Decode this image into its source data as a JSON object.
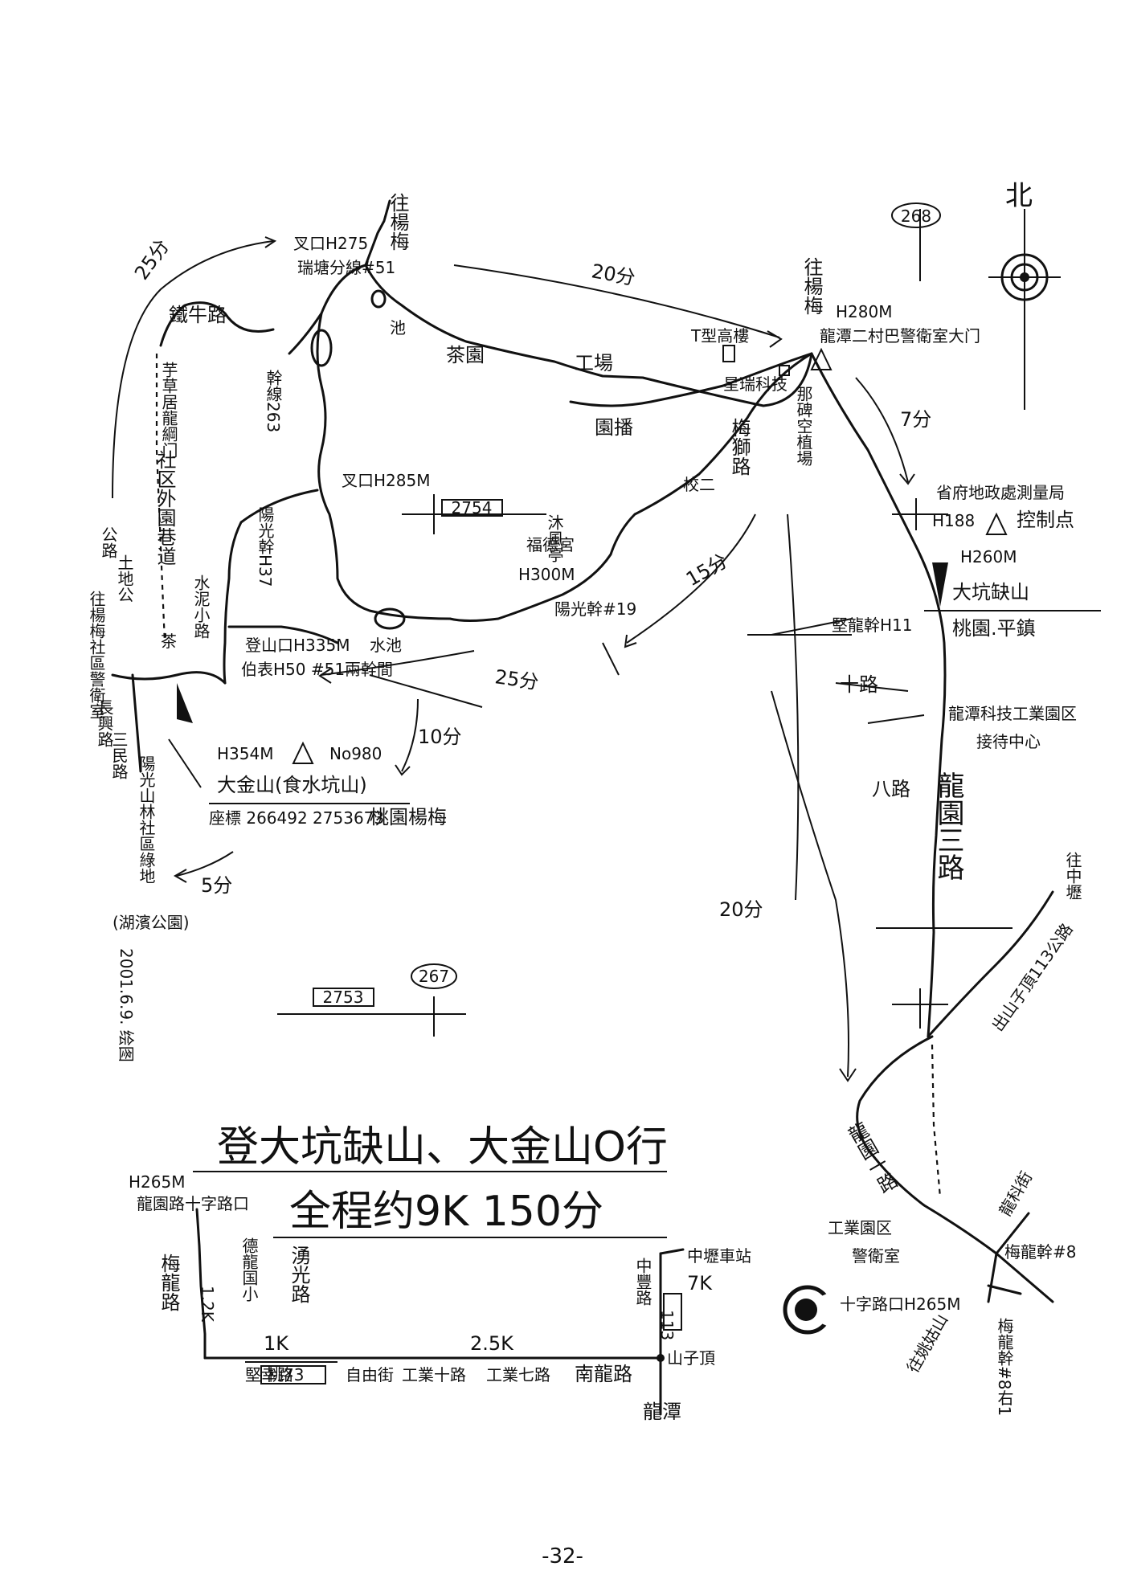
{
  "title": "登大坑缺山、大金山O行",
  "subtitle": "全程约9K 150分",
  "page_number": "-32-",
  "date_signature": "2001.6.9. 绘图",
  "north_label": "北",
  "grid_numbers": {
    "g268": "268",
    "g2754": "2754",
    "g2753": "2753",
    "g267": "267"
  },
  "times": {
    "t25a": "25分",
    "t20": "20分",
    "t7": "7分",
    "t15": "15分",
    "t25b": "25分",
    "t10": "10分",
    "t5": "5分",
    "t20b": "20分"
  },
  "labels": {
    "to_yangmei_1": "往楊梅",
    "to_yangmei_2": "往楊梅",
    "junction_275": "叉口H275",
    "pillar_51": "瑞塘分線#51",
    "tieniu_road": "鐵牛路",
    "shidi": "公路",
    "pond_top": "池",
    "pond_left": "水池",
    "cha_yuan": "茶園",
    "gongchang": "工場",
    "yuan_bo": "園播",
    "tower": "T型高樓",
    "school": "星瑞科技",
    "h280": "H280M",
    "police_door": "龍潭二村巴警衛室大门",
    "plant": "那碑空植場",
    "mei_shi_road": "梅獅路",
    "school_2": "校二",
    "muyu_temple": "沐風亭",
    "fude_temple": "福德宮",
    "h300": "H300M",
    "pillar_19": "陽光幹#19",
    "junction_285": "叉口H285M",
    "pillar_37": "陽光幹H37",
    "pillar_263": "幹線263",
    "survey_office": "省府地政處測量局",
    "h188": "H188",
    "control_point": "控制点",
    "h260": "H260M",
    "dakeng": "大坑缺山",
    "taoyuan_ping": "桃園.平鎮",
    "pillar_11": "堅龍幹H11",
    "ten_road": "十路",
    "tech_park": "龍潭科技工業園区",
    "reception": "接待中心",
    "ba_road": "八路",
    "longyuan_3": "龍園三路",
    "to_zhongli": "往中壢",
    "highway": "出山子頂113公路",
    "longyuan_1": "龍園一路",
    "industrial": "工業園区",
    "guard_room": "警衛室",
    "longke_st": "龍科街",
    "pillar_8": "梅龍幹#8",
    "junction_265": "十字路口H265M",
    "to_shimen": "往姚姑山",
    "pillar_8r1": "梅龍幹#8右1",
    "community_guard": "往楊梅社區警衛室",
    "changxing_road": "長興路",
    "sanmin_road": "三民路",
    "yangguang_park": "陽光山林社區綠地",
    "lakeside": "(湖濱公園)",
    "grass_gate": "芋草居龍綱门",
    "community_lane": "社区外園巷道",
    "cement_path": "水泥小路",
    "tudi_gong": "土地公",
    "mountain_mouth": "登山口H335M",
    "power_pole": "伯表H50 #51兩幹間",
    "h354": "H354M",
    "no980": "No980",
    "dajin": "大金山(食水坑山)",
    "coords": "座標 266492 2753673",
    "taoyuan_yangmei": "桃園楊梅",
    "cha": "茶"
  },
  "bottom_route": {
    "start_h": "H265M",
    "start": "龍園路十字路口",
    "mei_long": "梅龍路",
    "dist_1_2": "1.2K",
    "delong_school": "德龍国小",
    "tangguang": "湧光路",
    "dist_1": "1K",
    "jianxing": "堅幸路",
    "tao73": "桃73",
    "ziyou": "自由街",
    "gong10": "工業十路",
    "gong7": "工業七路",
    "nanlong": "南龍路",
    "dist_2_5": "2.5K",
    "zhongfeng": "中豐路",
    "dist_7": "7K",
    "highway_num": "113",
    "bus_station": "中壢車站",
    "shanziding": "山子頂",
    "longtan": "龍潭"
  }
}
